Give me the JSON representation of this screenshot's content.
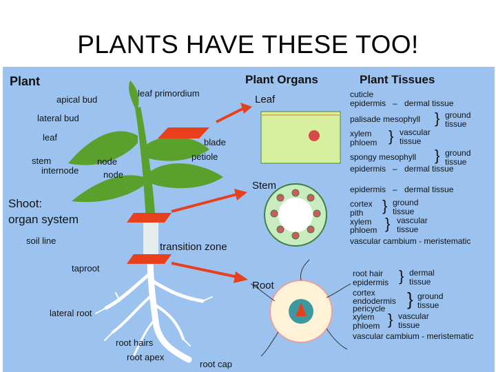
{
  "slide": {
    "title": "PLANTS HAVE THESE TOO!"
  },
  "diagram": {
    "heading_plant": "Plant",
    "heading_organs": "Plant Organs",
    "heading_tissues": "Plant Tissues",
    "plant_labels": {
      "leaf_primordium": "leaf primordium",
      "apical_bud": "apical bud",
      "lateral_bud": "lateral bud",
      "leaf": "leaf",
      "blade": "blade",
      "petiole": "petiole",
      "stem": "stem",
      "node_upper": "node",
      "internode": "internode",
      "node_lower": "node",
      "shoot_line1": "Shoot:",
      "shoot_line2": "organ system",
      "soil_line": "soil line",
      "transition_zone": "transition zone",
      "taproot": "taproot",
      "lateral_root": "lateral root",
      "root_hairs": "root hairs",
      "root_apex": "root apex",
      "root_cap": "root cap"
    },
    "organs": {
      "leaf": "Leaf",
      "stem": "Stem",
      "root": "Root"
    },
    "leaf_tissues": {
      "cuticle": "cuticle",
      "epidermis_top": "epidermis",
      "dash": "–",
      "dermal_tissue": "dermal tissue",
      "palisade": "palisade mesophyll",
      "ground1": "ground",
      "tissue1": "tissue",
      "xylem": "xylem",
      "phloem": "phloem",
      "vascular": "vascular",
      "tissue2": "tissue",
      "spongy": "spongy mesophyll",
      "ground2": "ground",
      "tissue3": "tissue",
      "epidermis_bottom": "epidermis",
      "dermal_tissue2": "dermal tissue"
    },
    "stem_tissues": {
      "epidermis": "epidermis",
      "dermal_tissue": "dermal tissue",
      "cortex": "cortex",
      "pith": "pith",
      "ground": "ground",
      "tissue1": "tissue",
      "xylem": "xylem",
      "phloem": "phloem",
      "vascular": "vascular",
      "tissue2": "tissue",
      "cambium": "vascular cambium - meristematic"
    },
    "root_tissues": {
      "root_hair": "root hair",
      "epidermis": "epidermis",
      "dermal": "dermal",
      "tissue1": "tissue",
      "cortex": "cortex",
      "endodermis": "endodermis",
      "pericycle": "pericycle",
      "ground": "ground",
      "tissue2": "tissue",
      "xylem": "xylem",
      "phloem": "phloem",
      "vascular": "vascular",
      "tissue3": "tissue",
      "cambium": "vascular cambium - meristematic"
    },
    "colors": {
      "background": "#9cc3ef",
      "plant_green": "#5aa02c",
      "arrow_red": "#e8401c",
      "leaf_section": "#d6f0a0",
      "root_white": "#ffffff"
    }
  }
}
